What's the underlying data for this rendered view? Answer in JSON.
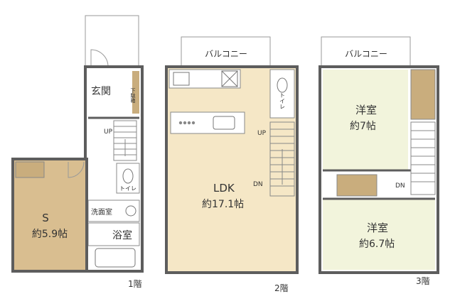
{
  "colors": {
    "wall": "#5d5d5d",
    "floor_wood_light": "#f5e7c6",
    "floor_wood_dark": "#d9be90",
    "floor_green": "#f2f4dc",
    "storage_tan": "#c9ad7d",
    "line": "#7a7a7a",
    "wet": "#ffffff"
  },
  "floors": [
    {
      "name": "1階",
      "rooms": [
        {
          "label": "玄関"
        },
        {
          "label": "下駄箱"
        },
        {
          "label": "S",
          "area": "約5.9帖"
        },
        {
          "label": "洗面室"
        },
        {
          "label": "浴室"
        },
        {
          "label": "トイレ"
        }
      ],
      "stair": "UP"
    },
    {
      "name": "2階",
      "balcony": "バルコニー",
      "rooms": [
        {
          "label": "LDK",
          "area": "約17.1帖"
        },
        {
          "label": "トイレ"
        }
      ],
      "stair_up": "UP",
      "stair_down": "DN"
    },
    {
      "name": "3階",
      "balcony": "バルコニー",
      "rooms": [
        {
          "label": "洋室",
          "area": "約7帖"
        },
        {
          "label": "洋室",
          "area": "約6.7帖"
        }
      ],
      "stair_down": "DN"
    }
  ]
}
